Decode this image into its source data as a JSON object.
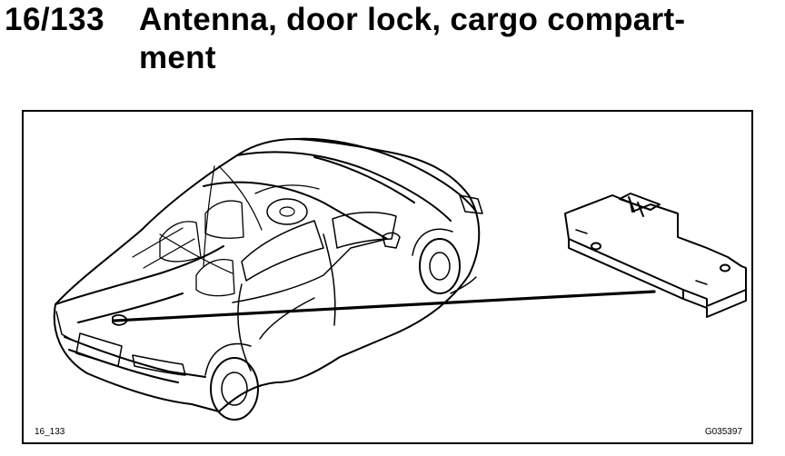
{
  "heading": {
    "number": "16/133",
    "title_line1": "Antenna, door lock, cargo compart-",
    "title_line2": "ment"
  },
  "figure": {
    "ref_left": "16_133",
    "ref_right": "G035397",
    "icons": [
      "car-illustration-icon",
      "antenna-module-icon",
      "leader-line"
    ]
  }
}
